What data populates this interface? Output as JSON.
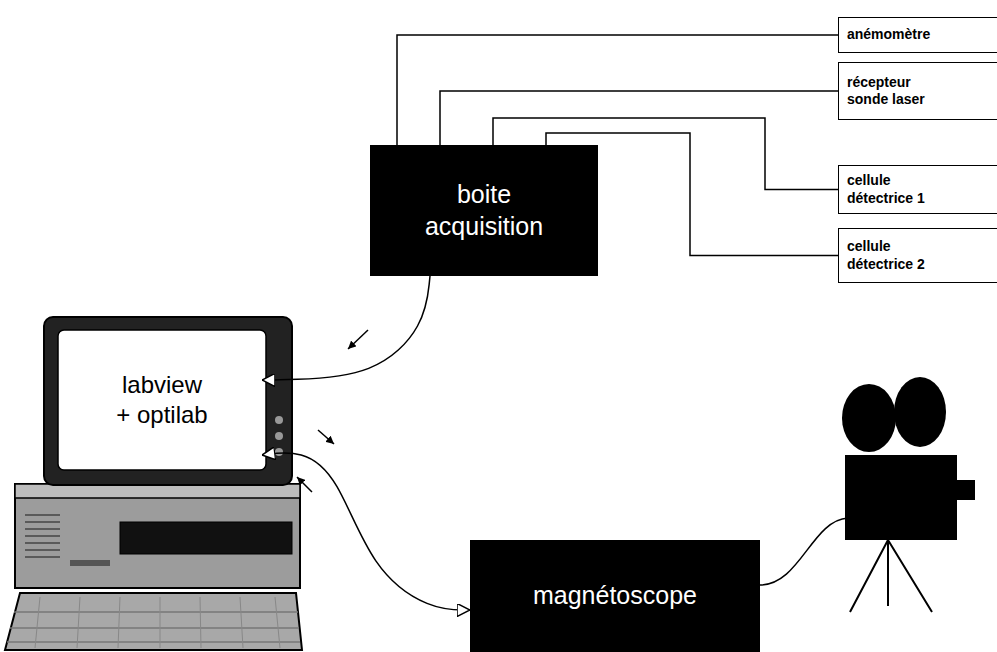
{
  "diagram": {
    "nodes": [
      {
        "text": [
          "anémomètre"
        ]
      },
      {
        "text": [
          "récepteur sonde laser"
        ]
      },
      {
        "text": [
          "cellule détectrice 1"
        ]
      },
      {
        "text": [
          "cellule détectrice 2"
        ]
      },
      {
        "text": [
          "boite acquisition"
        ]
      },
      {
        "text": [
          "labview + optilab"
        ]
      },
      {
        "text": [
          "magnétoscope"
        ]
      }
    ],
    "edges": [
      {
        "from": 0,
        "to": 4,
        "arrow": "none"
      },
      {
        "from": 1,
        "to": 4,
        "arrow": "none"
      },
      {
        "from": 2,
        "to": 4,
        "arrow": "none"
      },
      {
        "from": 3,
        "to": 4,
        "arrow": "none"
      },
      {
        "from": 4,
        "to": 5,
        "arrow": "to"
      },
      {
        "from": 5,
        "to": 6,
        "arrow": "both"
      }
    ]
  }
}
